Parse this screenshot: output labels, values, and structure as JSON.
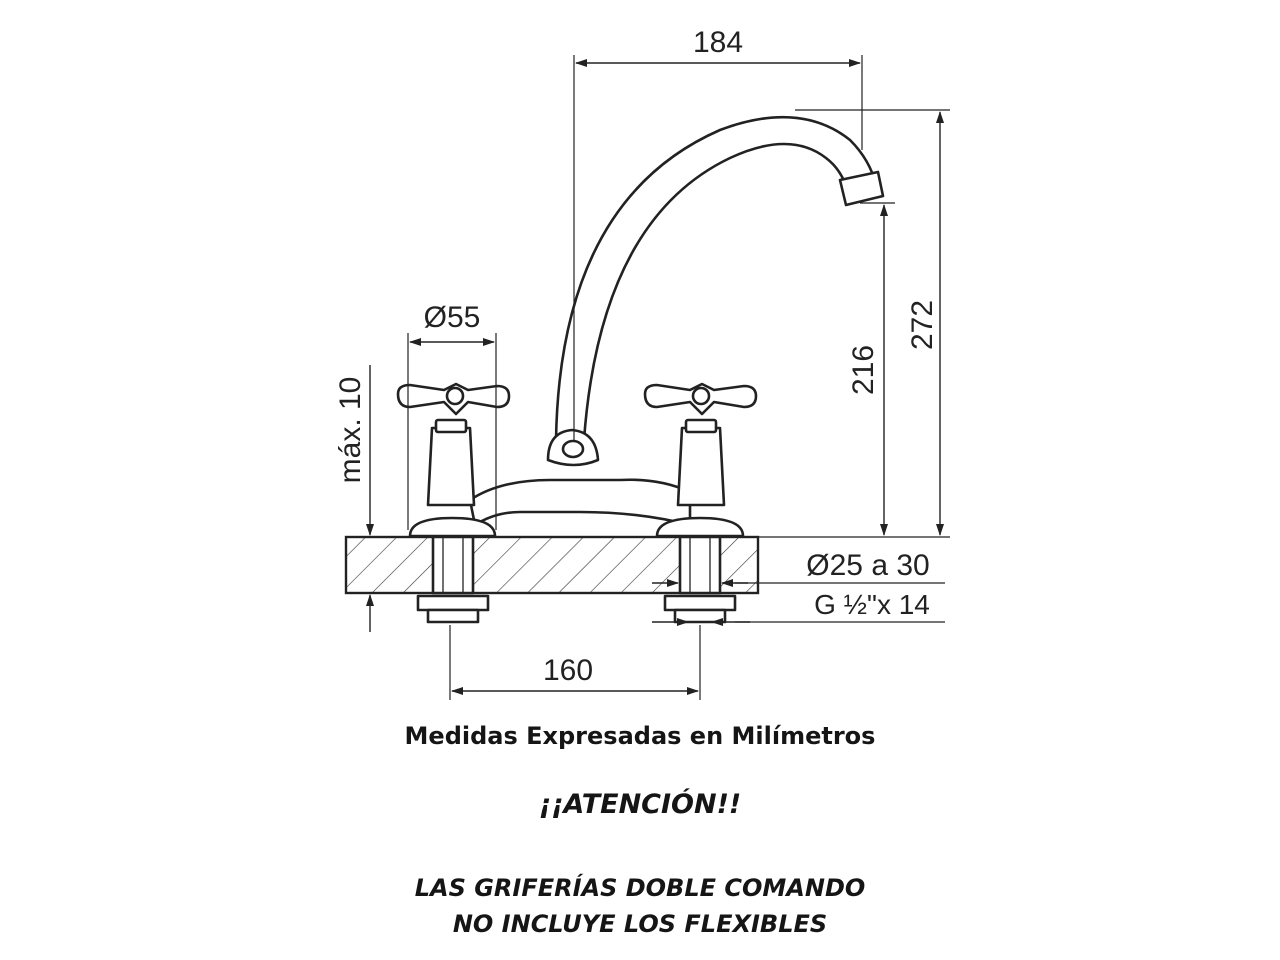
{
  "dimensions": {
    "spout_reach": "184",
    "handle_diameter": "Ø55",
    "max_counter_thickness": "máx. 10",
    "spout_outlet_height": "216",
    "total_height": "272",
    "hole_diameter": "Ø25 a 30",
    "thread": "G ½\"x 14",
    "center_distance": "160"
  },
  "captions": {
    "units": "Medidas Expresadas en Milímetros",
    "attention": "¡¡ATENCIÓN!!",
    "warning_line1": "LAS GRIFERÍAS DOBLE COMANDO",
    "warning_line2": "NO INCLUYE LOS FLEXIBLES"
  }
}
